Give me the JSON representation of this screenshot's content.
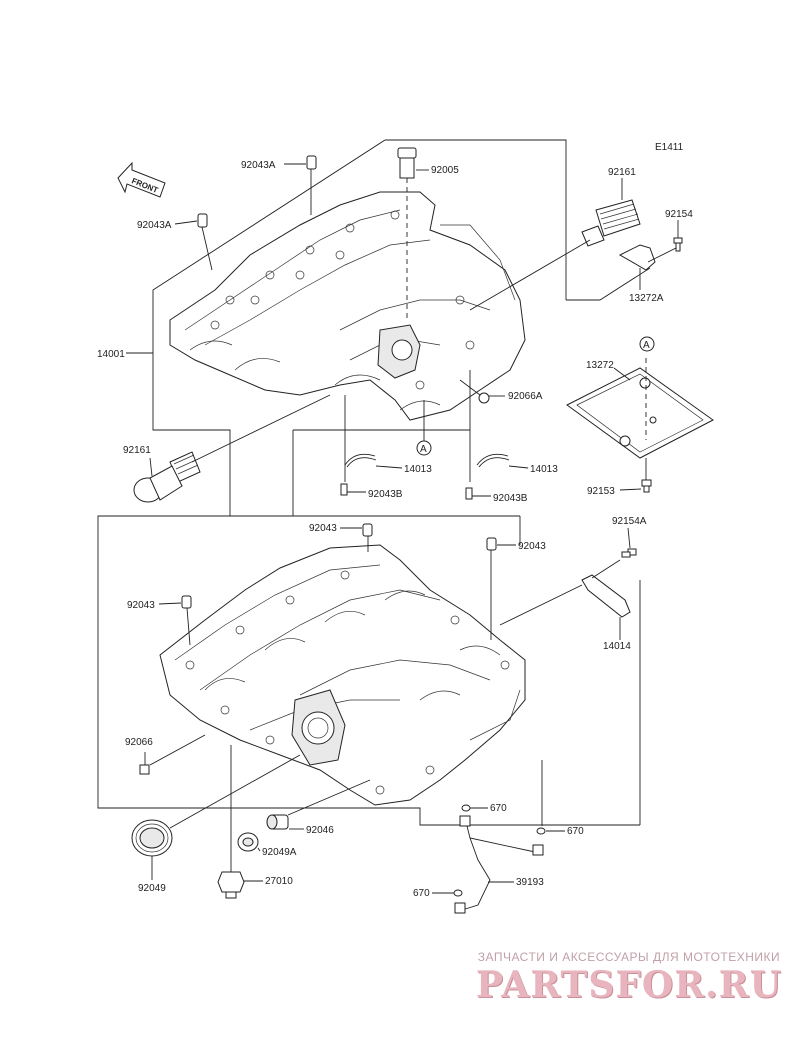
{
  "diagram": {
    "code": "E1411",
    "front_label": "FRONT",
    "callout_a": "A",
    "labels": {
      "p92043A_top": "92043A",
      "p92005": "92005",
      "p92161_right": "92161",
      "p92154": "92154",
      "p92043A_left": "92043A",
      "p13272A": "13272A",
      "p14001": "14001",
      "p13272": "13272",
      "p92066A": "92066A",
      "p92161_left": "92161",
      "p14013_left": "14013",
      "p14013_right": "14013",
      "p92043B_left": "92043B",
      "p92043B_right": "92043B",
      "p92153": "92153",
      "p92043_top": "92043",
      "p92043_topright": "92043",
      "p92154A": "92154A",
      "p92043_left": "92043",
      "p14014": "14014",
      "p92066": "92066",
      "p670_top": "670",
      "p92046": "92046",
      "p670_right": "670",
      "p92049A": "92049A",
      "p27010": "27010",
      "p92049": "92049",
      "p39193": "39193",
      "p670_bottom": "670"
    }
  },
  "watermark": {
    "subtitle": "ЗАПЧАСТИ И АКСЕССУАРЫ ДЛЯ МОТОТЕХНИКИ",
    "brand": "PARTSFOR.RU",
    "color": "#e8b4bd"
  }
}
